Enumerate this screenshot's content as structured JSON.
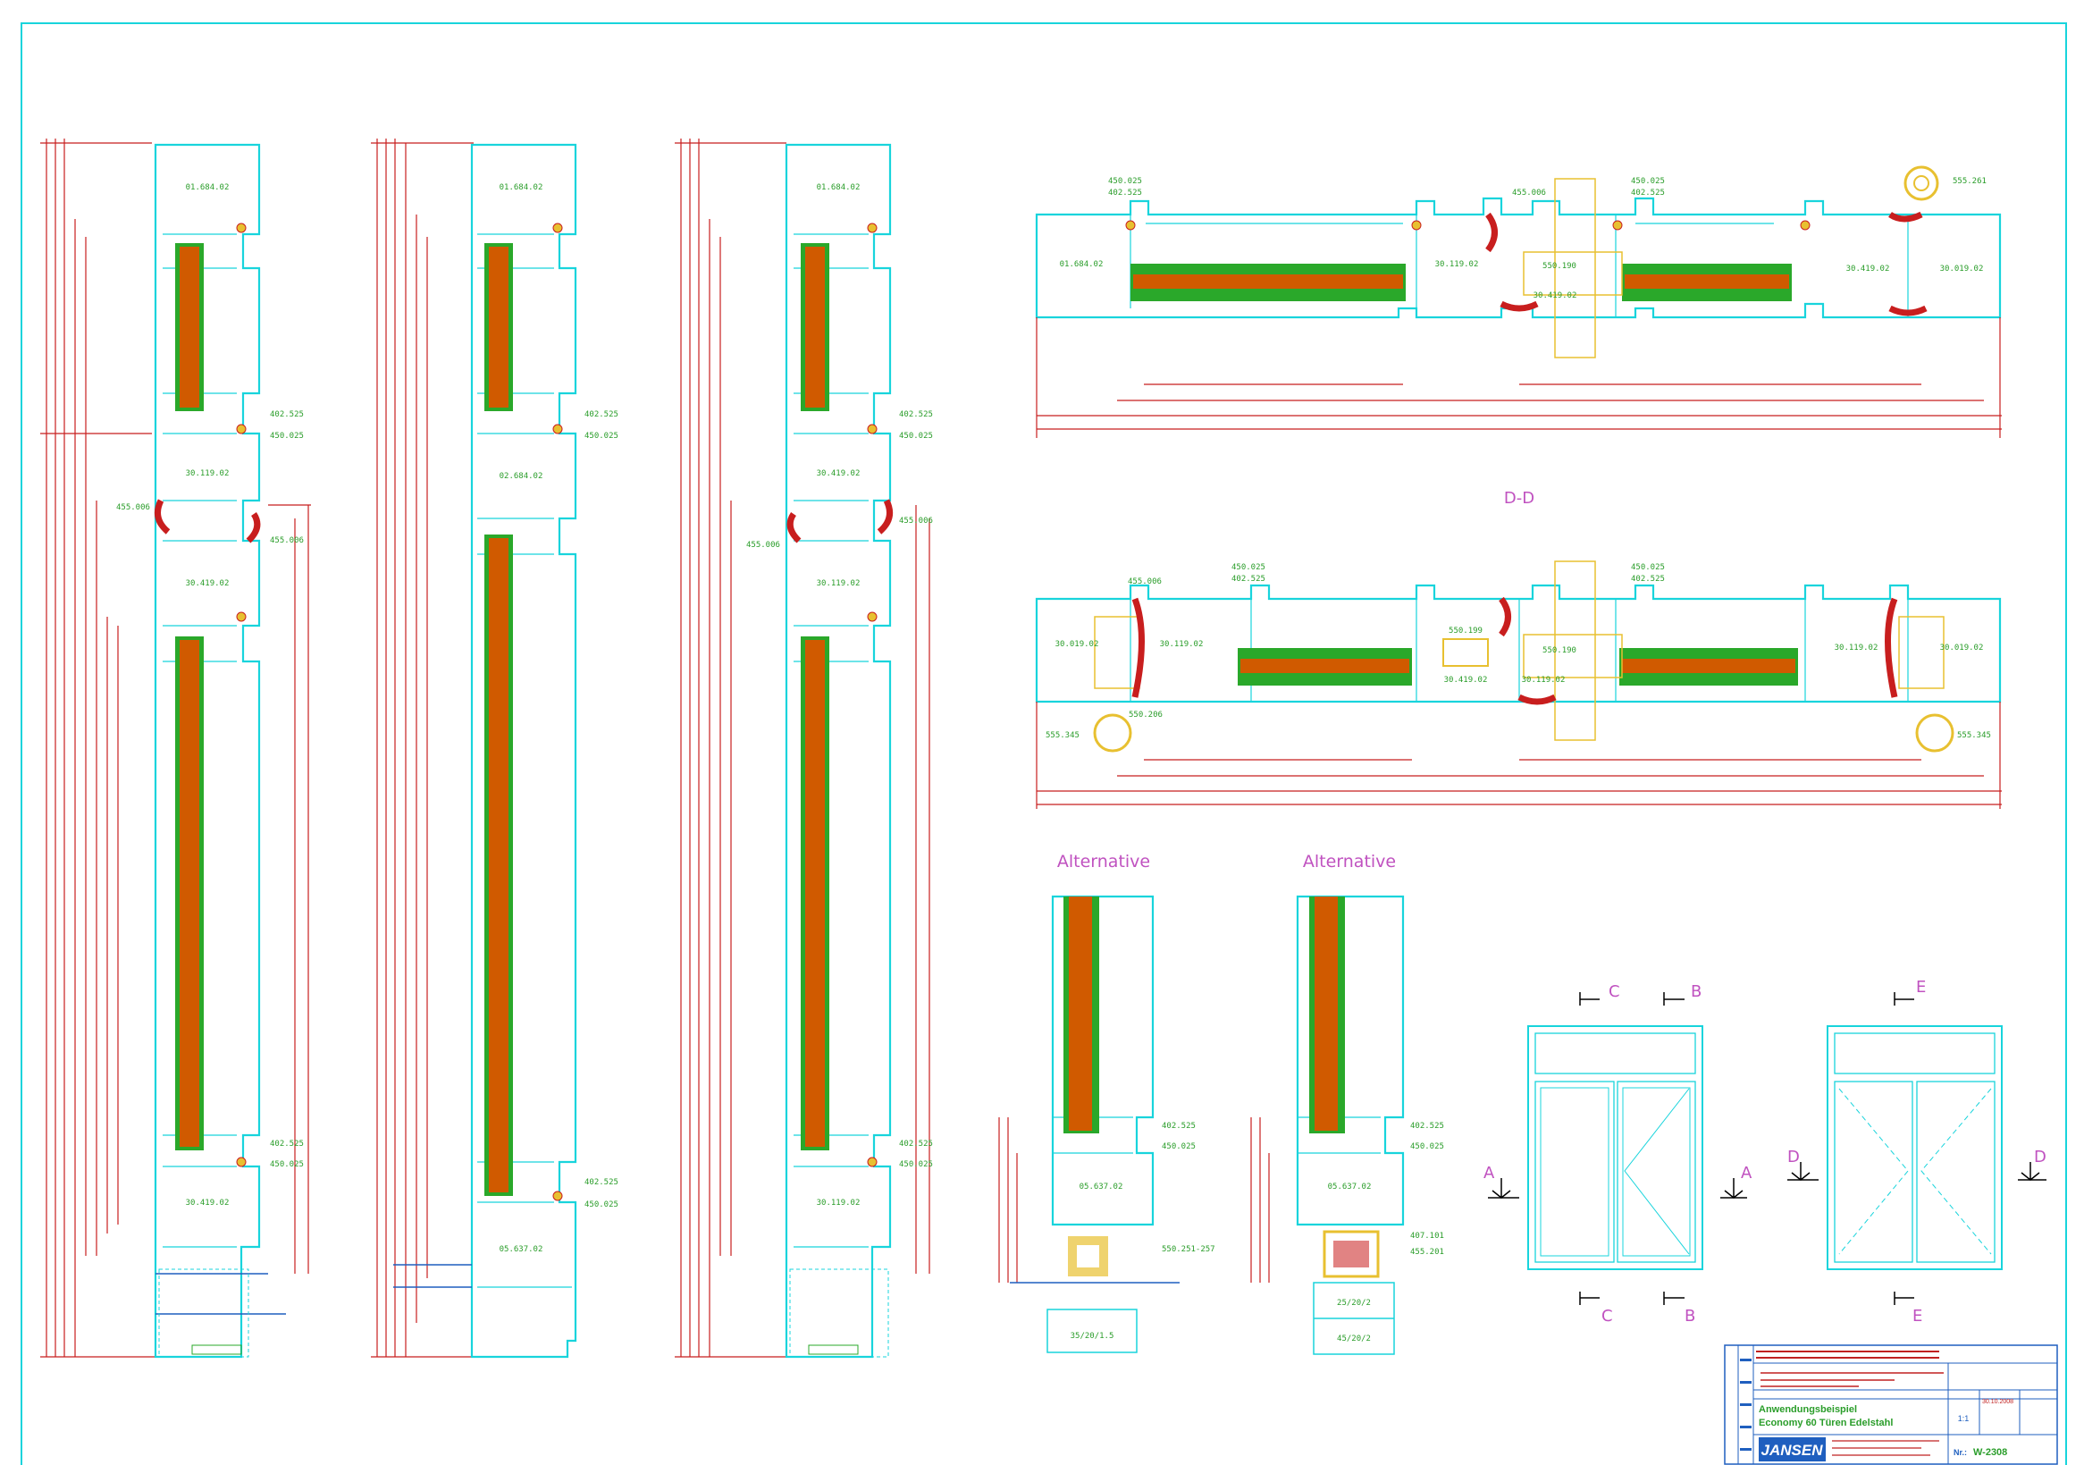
{
  "sections": {
    "cut_label": "D-D",
    "alternative_label": "Alternative",
    "cut_letters": [
      "A",
      "B",
      "C",
      "D",
      "E"
    ]
  },
  "profiles": {
    "v1": [
      "01.684.02",
      "30.119.02",
      "30.419.02",
      "30.419.02"
    ],
    "v2": [
      "01.684.02",
      "02.684.02",
      "05.637.02"
    ],
    "v3": [
      "01.684.02",
      "30.419.02",
      "30.119.02",
      "30.119.02"
    ],
    "h1": [
      "01.684.02",
      "30.119.02",
      "550.190",
      "30.419.02",
      "30.419.02",
      "30.019.02"
    ],
    "h2": [
      "30.019.02",
      "30.119.02",
      "550.199",
      "30.419.02",
      "550.190",
      "30.119.02",
      "30.119.02",
      "30.019.02"
    ],
    "alt": [
      "05.637.02",
      "05.637.02"
    ],
    "alt_bottom": [
      "35/20/1.5",
      "25/20/2",
      "45/20/2"
    ]
  },
  "part_numbers": {
    "p402525": "402.525",
    "p450025": "450.025",
    "p455006": "455.006",
    "p555261": "555.261",
    "p555345": "555.345",
    "p550206": "550.206",
    "p550251": "550.251-257",
    "p407101": "407.101",
    "p455201": "455.201"
  },
  "title_block": {
    "title_line1": "Anwendungsbeispiel",
    "title_line2": "Economy 60 Türen Edelstahl",
    "brand": "JANSEN",
    "scale": "1:1",
    "drawing_no_label": "Nr.:",
    "drawing_no": "W-2308",
    "date": "30.10.2008"
  },
  "colors": {
    "profile": "#18d4dc",
    "glass_core": "#d05a00",
    "glass_edge": "#2aa82a",
    "dimension": "#c81e1e",
    "hardware": "#e8c030",
    "label_green": "#2a9d2a",
    "label_magenta": "#c052c0"
  }
}
